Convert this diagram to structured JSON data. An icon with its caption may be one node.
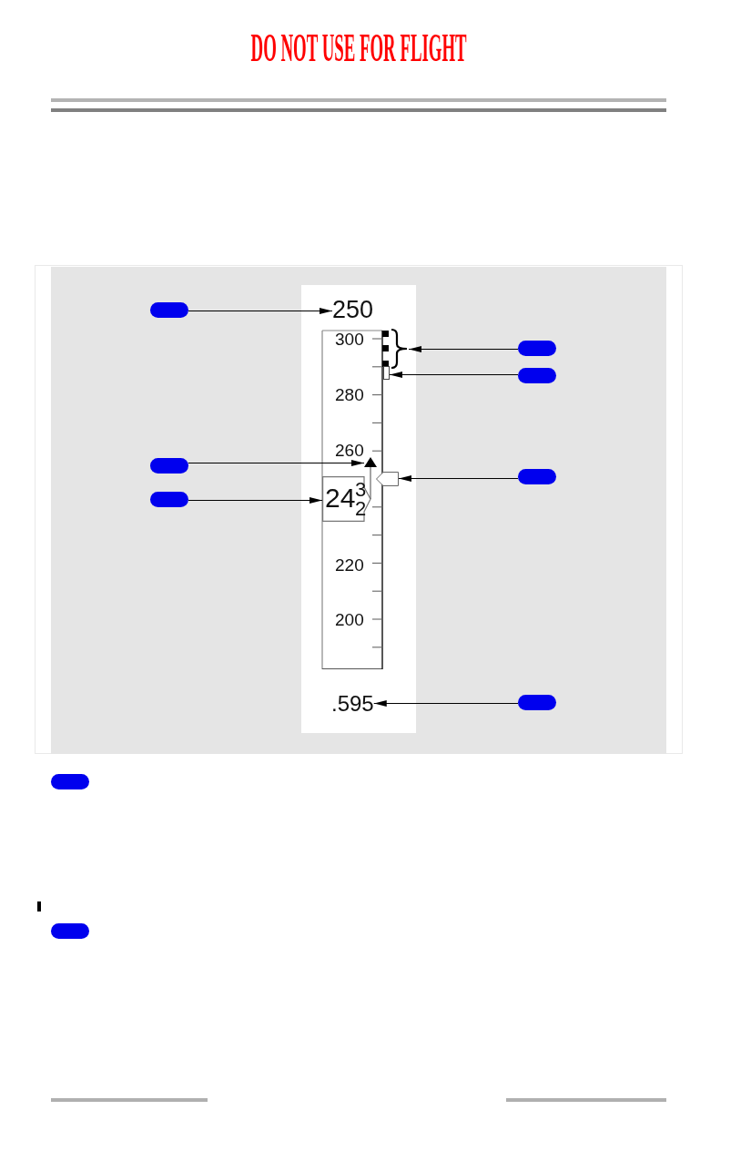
{
  "diagram": {
    "title": "DO NOT USE FOR FLIGHT",
    "nodes": [
      {
        "text": [],
        "shape": "oval"
      },
      {
        "text": [
          "250"
        ]
      },
      {
        "text": [],
        "shape": "oval"
      },
      {
        "text": [],
        "shape": "bracket"
      },
      {
        "text": [],
        "shape": "oval"
      },
      {
        "text": [],
        "shape": "box"
      },
      {
        "text": [],
        "shape": "oval"
      },
      {
        "text": [],
        "shape": "triangle"
      },
      {
        "text": [],
        "shape": "oval"
      },
      {
        "text": [],
        "shape": "pentagon"
      },
      {
        "text": [],
        "shape": "oval"
      },
      {
        "text": [
          "24",
          "3",
          "2"
        ]
      },
      {
        "text": [
          ".595"
        ]
      },
      {
        "text": [],
        "shape": "oval"
      },
      {
        "text": [],
        "shape": "oval"
      },
      {
        "text": [],
        "shape": "oval"
      }
    ],
    "edges": [
      {
        "from": 0,
        "to": 1,
        "arrow": "to"
      },
      {
        "from": 2,
        "to": 3,
        "arrow": "to"
      },
      {
        "from": 4,
        "to": 5,
        "arrow": "to"
      },
      {
        "from": 6,
        "to": 7,
        "arrow": "to"
      },
      {
        "from": 8,
        "to": 9,
        "arrow": "to"
      },
      {
        "from": 10,
        "to": 11,
        "arrow": "to"
      },
      {
        "from": 13,
        "to": 12,
        "arrow": "to"
      },
      {
        "from": 11,
        "to": 7,
        "arrow": "none",
        "color": "#666666"
      }
    ],
    "labels": [
      "300",
      "280",
      "260",
      "220",
      "200"
    ]
  }
}
